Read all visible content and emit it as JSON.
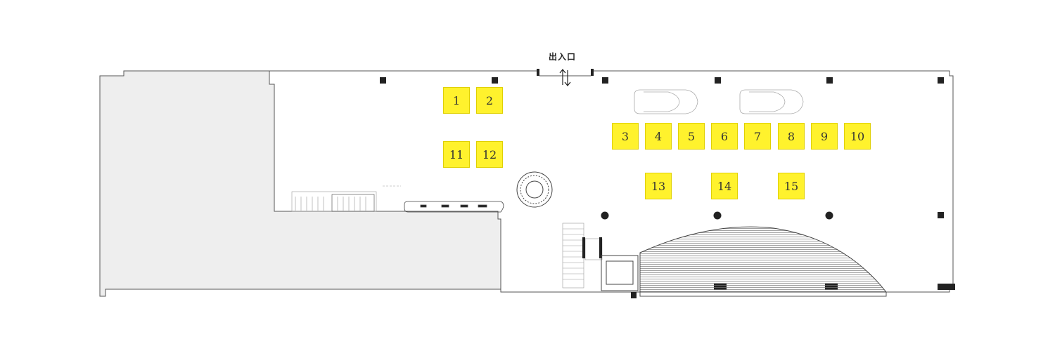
{
  "entrance": {
    "label": "出入口"
  },
  "booths": [
    "1",
    "2",
    "3",
    "4",
    "5",
    "6",
    "7",
    "8",
    "9",
    "10",
    "11",
    "12",
    "13",
    "14",
    "15"
  ],
  "colors": {
    "booth": "#fff22d",
    "shaded_area": "#eeeeee",
    "wall": "#444444"
  },
  "icons": {
    "entrance_arrow": "double-arrow-icon"
  }
}
